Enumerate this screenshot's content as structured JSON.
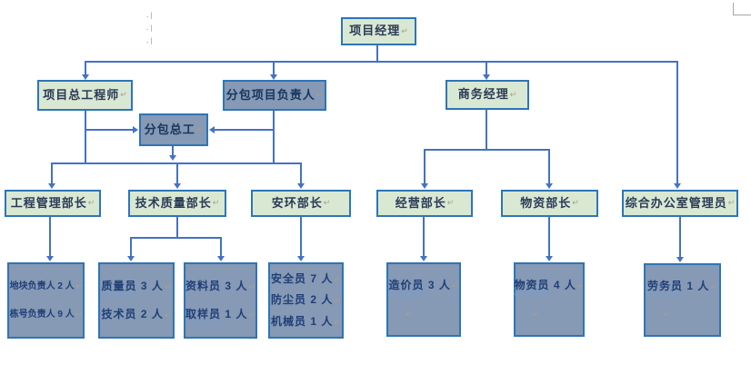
{
  "colors": {
    "box_border": "#2e75b6",
    "connector": "#4472c4",
    "green_fill": "#d9e8d3",
    "gray_fill": "#8699b5",
    "text_navy": "#17375e"
  },
  "marks": {
    "pilcrow": "↵",
    "dot": ".|"
  },
  "org": {
    "project_manager": "项目经理",
    "chief_engineer": "项目总工程师",
    "subcontract_leader": "分包项目负责人",
    "business_manager": "商务经理",
    "subcontract_chief": "分包总工",
    "departments": [
      {
        "label": "工程管理部长"
      },
      {
        "label": "技术质量部长"
      },
      {
        "label": "安环部长"
      },
      {
        "label": "经营部长"
      },
      {
        "label": "物资部长"
      },
      {
        "label": "综合办公室管理员"
      }
    ],
    "staff_boxes": [
      {
        "lines": [
          {
            "word": "地块负责人",
            "rest": " 2 人"
          },
          {
            "word": "栋号负责人",
            "rest": " 9 人"
          }
        ]
      },
      {
        "lines": [
          {
            "word": "质量员",
            "rest": " 3 人"
          },
          {
            "word": "技术员",
            "rest": " 2 人"
          }
        ]
      },
      {
        "lines": [
          {
            "word": "资料员",
            "rest": " 3 人"
          },
          {
            "word": "取样员",
            "rest": " 1 人"
          }
        ]
      },
      {
        "lines": [
          {
            "word": "安全员",
            "rest": " 7 人"
          },
          {
            "word": "防尘员",
            "rest": " 2 人"
          },
          {
            "word": "机械员",
            "rest": " 1 人"
          }
        ]
      },
      {
        "lines": [
          {
            "word": "造价员",
            "rest": " 3 人"
          }
        ]
      },
      {
        "lines": [
          {
            "word": "物资员",
            "rest": " 4 人"
          }
        ]
      },
      {
        "lines": [
          {
            "word": "劳务员",
            "rest": " 1 人"
          }
        ]
      }
    ]
  }
}
